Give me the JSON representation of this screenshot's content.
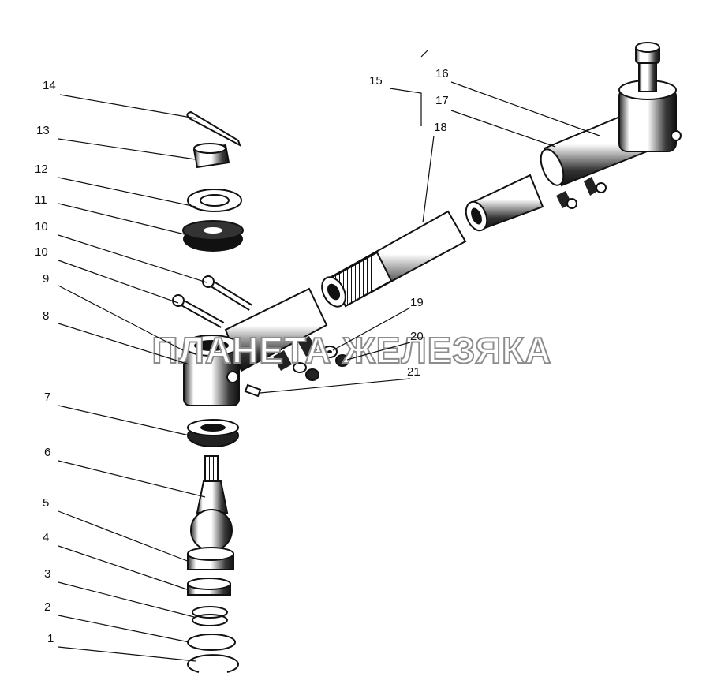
{
  "watermark": "ПЛАНЕТА ЖЕЛЕЗЯКА",
  "callouts": {
    "c1": "1",
    "c2": "2",
    "c3": "3",
    "c4": "4",
    "c5": "5",
    "c6": "6",
    "c7": "7",
    "c8": "8",
    "c9": "9",
    "c10a": "10",
    "c10b": "10",
    "c11": "11",
    "c12": "12",
    "c13": "13",
    "c14": "14",
    "c15": "15",
    "c16": "16",
    "c17": "17",
    "c18": "18",
    "c19": "19",
    "c20": "20",
    "c21": "21"
  }
}
